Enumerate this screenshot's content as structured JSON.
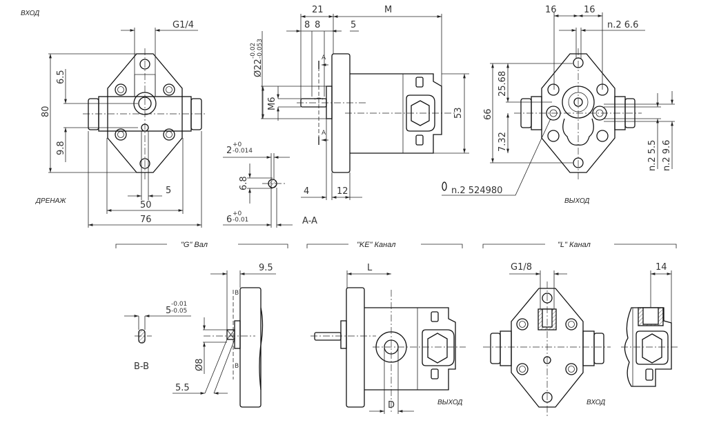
{
  "labels": {
    "inlet_top": "ВХОД",
    "drain": "ДРЕНАЖ",
    "outlet_top": "ВЫХОД",
    "outlet_bottom": "ВЫХОД",
    "inlet_bottom": "ВХОД"
  },
  "front_view": {
    "port_thread": "G1/4",
    "height": "80",
    "d_upper": "6.5",
    "d_lower": "9.8",
    "drain_width": "5",
    "bolt_spacing": "50",
    "overall_width": "76"
  },
  "side_view": {
    "shaft_length": "21",
    "length_m": "M",
    "key_a": "8",
    "key_b": "8",
    "offset": "5",
    "pilot_diameter": "Ø22",
    "pilot_tol_upper": "-0.02",
    "pilot_tol_lower": "-0.053",
    "thread": "M6",
    "section_mark": "A",
    "body_height": "53",
    "flange_a": "4",
    "flange_b": "12"
  },
  "section_aa": {
    "key_width": "2",
    "key_width_tol_upper": "+0",
    "key_width_tol_lower": "-0.014",
    "height": "6.8",
    "shaft_dia": "6",
    "shaft_tol_upper": "+0",
    "shaft_tol_lower": "-0.01",
    "title": "A-A"
  },
  "rear_view": {
    "half_spacing_left": "16",
    "half_spacing_right": "16",
    "holes": "n.2 6.6",
    "height": "66",
    "upper": "25.68",
    "lower": "7.32",
    "port_a": "n.2 5.5",
    "port_b": "n.2 9.6",
    "oring": "n.2  524980"
  },
  "variants": {
    "g_shaft": {
      "title": "\"G\" Вал",
      "offset": "9.5",
      "key_width": "5",
      "key_tol_upper": "-0.01",
      "key_tol_lower": "-0.05",
      "section_title": "B-B",
      "section_mark": "B",
      "diameter": "Ø8",
      "length": "5.5"
    },
    "ke_channel": {
      "title": "\"KE\" Канал",
      "dim_l": "L",
      "dim_d": "D"
    },
    "l_channel": {
      "title": "\"L\" Канал",
      "port_thread": "G1/8",
      "depth": "14"
    }
  }
}
